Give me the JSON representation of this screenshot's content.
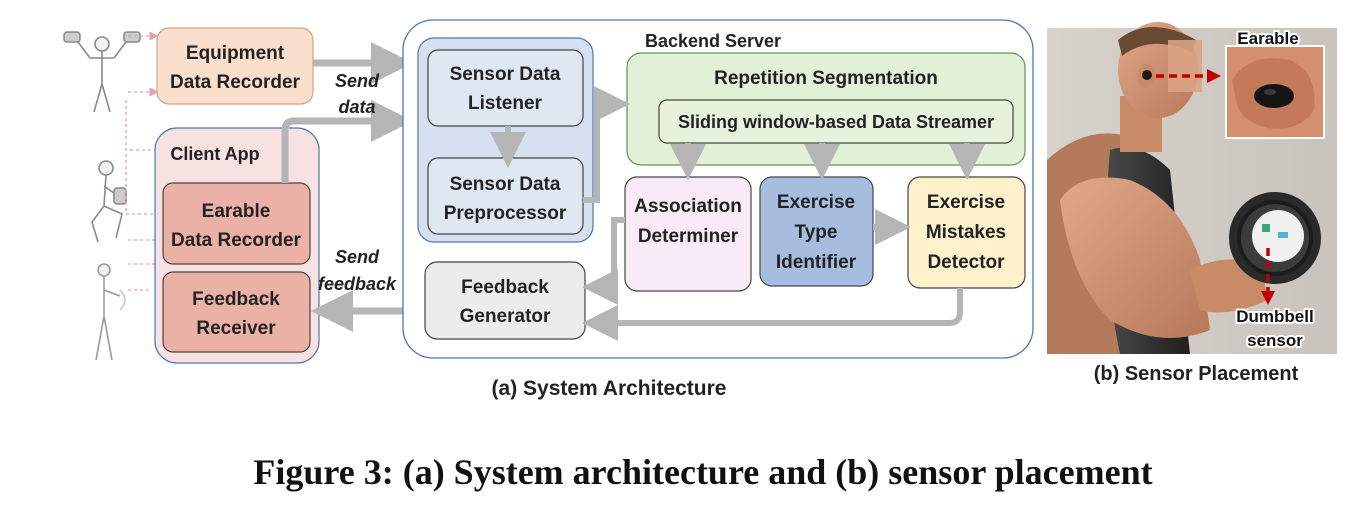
{
  "figure": {
    "caption": "Figure 3: (a) System architecture and (b) sensor placement",
    "subcaption_a": "(a) System Architecture",
    "subcaption_b": "(b) Sensor Placement"
  },
  "architecture": {
    "equipment_recorder": [
      "Equipment",
      "Data Recorder"
    ],
    "client_app": {
      "title": "Client App",
      "earable_recorder": [
        "Earable",
        "Data Recorder"
      ],
      "feedback_receiver": [
        "Feedback",
        "Receiver"
      ]
    },
    "edges": {
      "send_data": [
        "Send",
        "data"
      ],
      "send_feedback": [
        "Send",
        "feedback"
      ]
    },
    "backend": {
      "title": "Backend Server",
      "listener": [
        "Sensor Data",
        "Listener"
      ],
      "preprocessor": [
        "Sensor Data",
        "Preprocessor"
      ],
      "repetition_segmentation": {
        "title": "Repetition Segmentation",
        "streamer": "Sliding window-based Data Streamer"
      },
      "association": [
        "Association",
        "Determiner"
      ],
      "exercise_type": [
        "Exercise",
        "Type",
        "Identifier"
      ],
      "mistakes": [
        "Exercise",
        "Mistakes",
        "Detector"
      ],
      "feedback_generator": [
        "Feedback",
        "Generator"
      ]
    }
  },
  "sensor_photo": {
    "earable_label": "Earable",
    "dumbbell_label": [
      "Dumbbell",
      "sensor"
    ]
  },
  "colors": {
    "equipment": "#f9dfcc",
    "client_app": "#f7e1e1",
    "recorder": "#ebb1a6",
    "backend_border": "#4a78b0",
    "sensor_group": "#d6e0f0",
    "repetition": "#e3f0d8",
    "association": "#f8ebf7",
    "exercise_type": "#a6bde0",
    "mistakes": "#fff1cc",
    "feedback": "#ececec",
    "arrow_gray": "#b5b5b5",
    "arrow_red": "#c00000"
  }
}
